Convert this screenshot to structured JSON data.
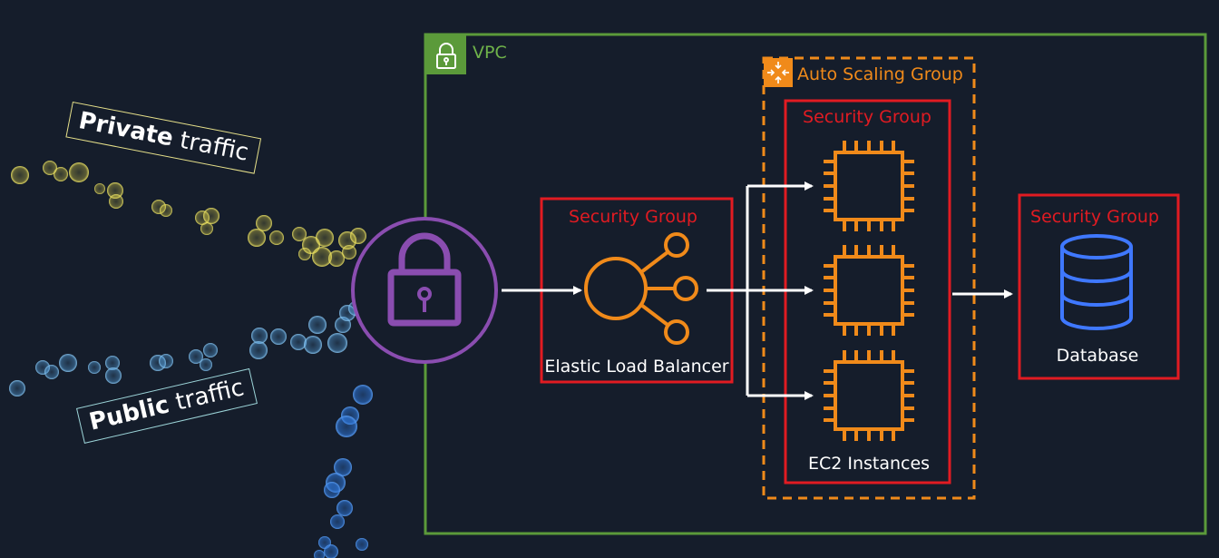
{
  "traffic": {
    "private": {
      "emphasis": "Private",
      "rest": " traffic"
    },
    "public": {
      "emphasis": "Public",
      "rest": " traffic"
    }
  },
  "vpc": {
    "label": "VPC",
    "color": "#5b9a3a"
  },
  "auto_scaling_group": {
    "label": "Auto Scaling Group",
    "color": "#f08a1a"
  },
  "security_groups": [
    {
      "label": "Security Group"
    },
    {
      "label": "Security Group"
    },
    {
      "label": "Security Group"
    }
  ],
  "load_balancer": {
    "label": "Elastic Load Balancer"
  },
  "ec2": {
    "label": "EC2 Instances",
    "count": 3
  },
  "database": {
    "label": "Database"
  },
  "colors": {
    "background": "#151d2b",
    "security_group": "#e11b22",
    "compute": "#f08a1a",
    "database": "#3f78ff",
    "gateway": "#8a4db0",
    "private_dots": "#e0d44a",
    "public_dots": "#5aa8e6",
    "arrows": "#ffffff"
  },
  "icons": [
    "lock-icon",
    "auto-scaling-icon",
    "load-balancer-icon",
    "ec2-chip-icon",
    "database-icon",
    "padlock-gateway-icon"
  ]
}
